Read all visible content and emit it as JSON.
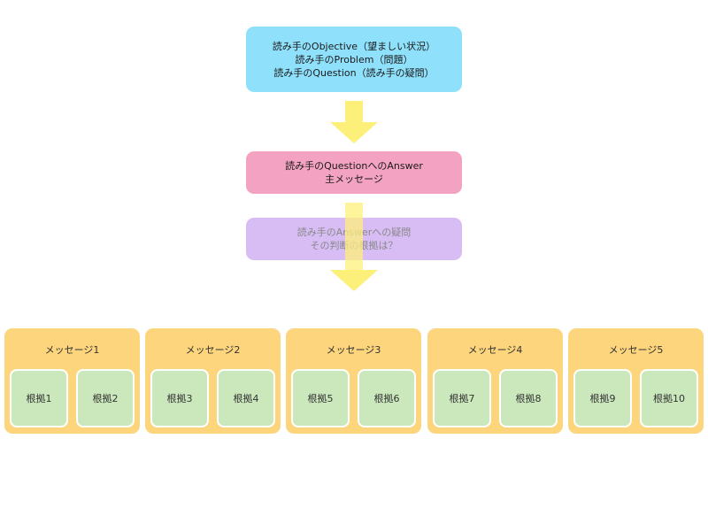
{
  "top_box": {
    "lines": [
      "読み手のObjective（望ましい状況）",
      "読み手のProblem（問題）",
      "読み手のQuestion（読み手の疑問）"
    ]
  },
  "answer_box": {
    "lines": [
      "読み手のQuestionへのAnswer",
      "主メッセージ"
    ]
  },
  "doubt_box": {
    "lines": [
      "読み手のAnswerへの疑問",
      "その判断の根拠は？"
    ]
  },
  "messages": [
    {
      "title": "メッセージ1",
      "evidence": [
        "根拠1",
        "根拠2"
      ]
    },
    {
      "title": "メッセージ2",
      "evidence": [
        "根拠3",
        "根拠4"
      ]
    },
    {
      "title": "メッセージ3",
      "evidence": [
        "根拠5",
        "根拠6"
      ]
    },
    {
      "title": "メッセージ4",
      "evidence": [
        "根拠7",
        "根拠8"
      ]
    },
    {
      "title": "メッセージ5",
      "evidence": [
        "根拠9",
        "根拠10"
      ]
    }
  ],
  "colors": {
    "top_box": "#8fe0fb",
    "answer_box": "#f3a3c1",
    "doubt_box": "#d8bdf5",
    "arrow": "#fdf07a",
    "message_group": "#fdd57c",
    "evidence_box": "#cbe8bd"
  }
}
